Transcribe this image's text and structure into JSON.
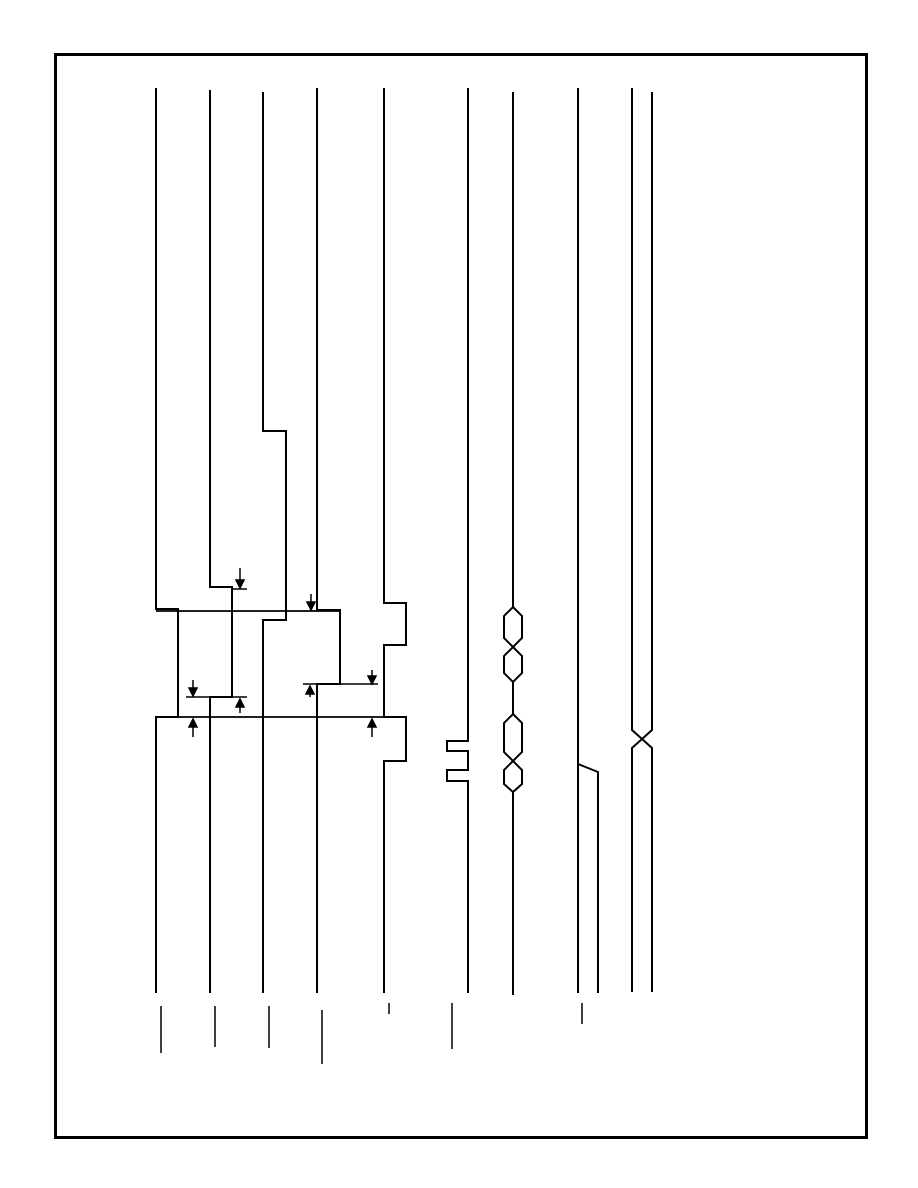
{
  "diagram": {
    "type": "timing-diagram",
    "orientation": "rotated-90",
    "colors": {
      "stroke": "#000000",
      "background": "#ffffff"
    },
    "signal_count": 11,
    "labels": []
  }
}
